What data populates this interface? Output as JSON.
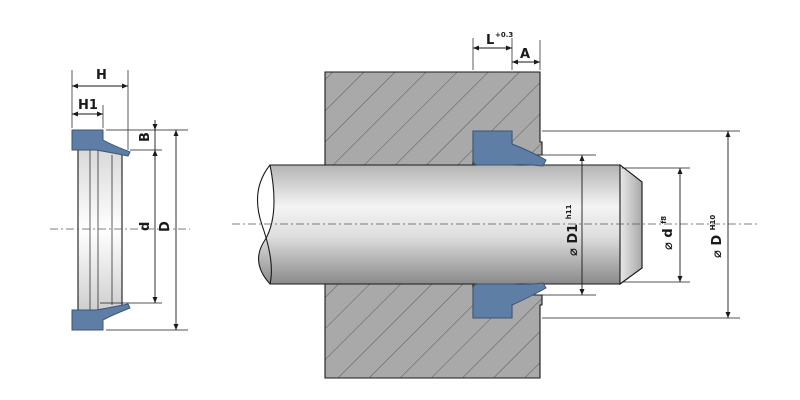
{
  "labels": {
    "H": "H",
    "H1": "H1",
    "B": "B",
    "d": "d",
    "D": "D",
    "L": "L",
    "L_tol": "+0.3",
    "A": "A",
    "D1_prefix": "⌀ D1",
    "D1_tol": "h11",
    "d_prefix": "⌀ d",
    "d_tol": "f8",
    "Dbore_prefix": "⌀ D",
    "Dbore_tol": "H10"
  },
  "colors": {
    "seal": "#5f7ea5",
    "seal_edge": "#3b5577",
    "housing": "#a9a9a9",
    "hatch": "#5a5a5a",
    "line": "#1a1a1a"
  }
}
